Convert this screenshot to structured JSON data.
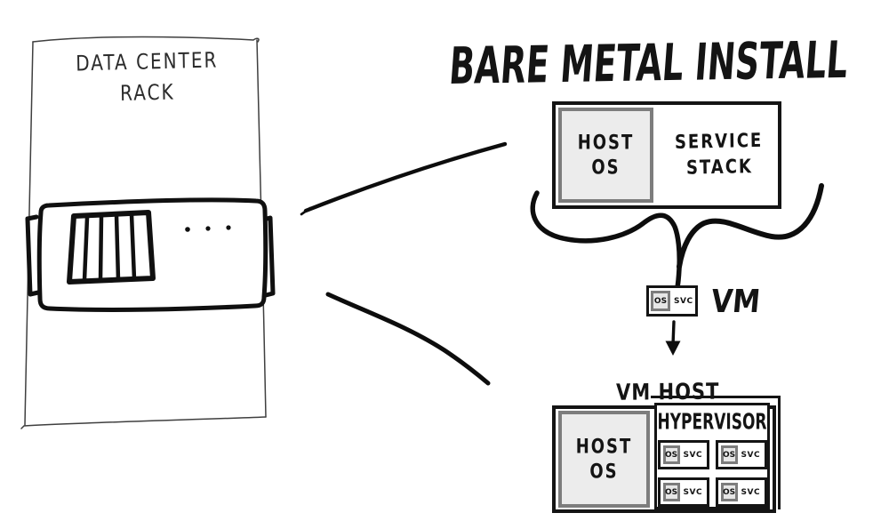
{
  "title": "BARE METAL INSTALL",
  "rack": {
    "label": [
      "DATA CENTER",
      "RACK"
    ]
  },
  "bare_metal": {
    "host_os": [
      "HOST",
      "OS"
    ],
    "service_stack": [
      "SERVICE",
      "STACK"
    ]
  },
  "vm": {
    "os": "OS",
    "svc": "SVC",
    "label": "VM"
  },
  "vm_host": {
    "label": "VM HOST",
    "host_os": [
      "HOST",
      "OS"
    ],
    "hypervisor": "HYPERVISOR",
    "vms": [
      {
        "os": "OS",
        "svc": "SVC"
      },
      {
        "os": "OS",
        "svc": "SVC"
      },
      {
        "os": "OS",
        "svc": "SVC"
      },
      {
        "os": "OS",
        "svc": "SVC"
      }
    ]
  },
  "colors": {
    "ink": "#141414",
    "rack_pen": "#3f3f3f",
    "gray_border": "#7d7d7d",
    "gray_fill": "#ececec",
    "background": "#ffffff"
  }
}
